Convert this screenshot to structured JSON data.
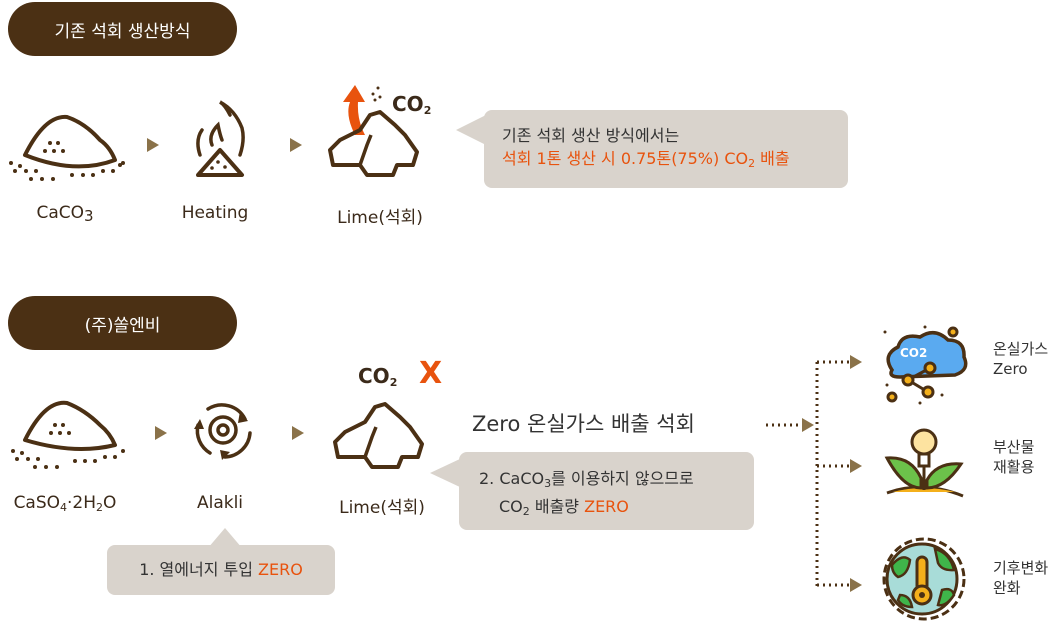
{
  "section1": {
    "title": "기존 석회 생산방식",
    "steps": [
      {
        "label": "CaCO",
        "sub": "3"
      },
      {
        "label": "Heating"
      },
      {
        "label": "Lime(석회)"
      }
    ],
    "co2": "CO",
    "co2_sub": "2",
    "callout": {
      "line1": "기존 석회 생산 방식에서는",
      "line2a": "석회 1톤 생산 시 0.75톤(75%) CO",
      "line2_sub": "2",
      "line2b": " 배출"
    }
  },
  "section2": {
    "title": "(주)쏠엔비",
    "steps": [
      {
        "label_a": "CaSO",
        "sub1": "4",
        "label_b": "·2H",
        "sub2": "2",
        "label_c": "O"
      },
      {
        "label": "Alakli"
      },
      {
        "label": "Lime(석회)"
      }
    ],
    "co2": "CO",
    "co2_sub": "2",
    "x_mark": "X",
    "callout1": {
      "text": "1. 열에너지 투입 ",
      "highlight": "ZERO"
    },
    "headline": "Zero 온실가스 배출 석회",
    "callout2": {
      "line1a": "2. CaCO",
      "line1_sub": "3",
      "line1b": "를 이용하지 않으므로",
      "line2a": "CO",
      "line2_sub": "2",
      "line2b": " 배출량  ",
      "highlight": "ZERO"
    }
  },
  "benefits": [
    {
      "line1": "온실가스",
      "line2": "Zero",
      "icon_text": "CO2"
    },
    {
      "line1": "부산물",
      "line2": "재활용"
    },
    {
      "line1": "기후변화",
      "line2": "완화"
    }
  ],
  "colors": {
    "brown": "#4b3014",
    "accent": "#e8530e",
    "arrow": "#8a7249",
    "box": "#d9d3cc"
  }
}
